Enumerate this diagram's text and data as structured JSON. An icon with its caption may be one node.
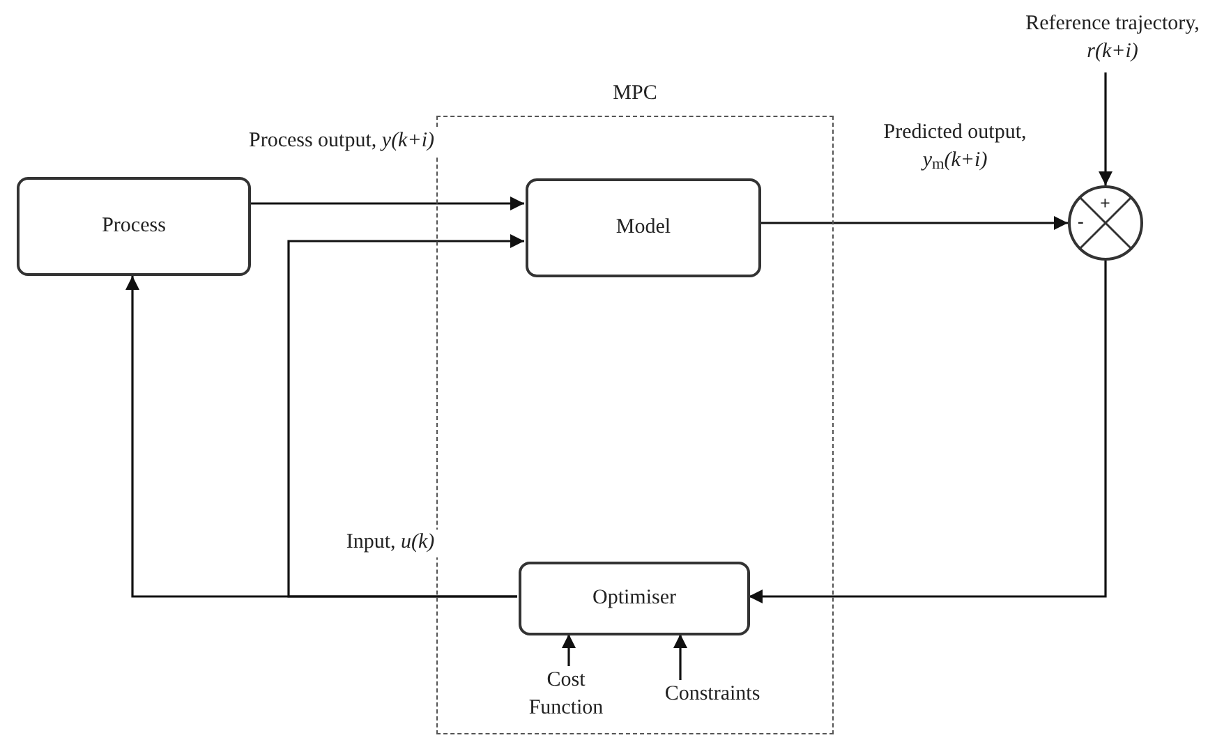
{
  "diagram": {
    "nodes": [
      {
        "text": [
          "MPC"
        ]
      },
      {
        "text": [
          "Process"
        ]
      },
      {
        "text": [
          "Model"
        ],
        "in": 0
      },
      {
        "text": [
          "+",
          "-"
        ]
      },
      {
        "text": [
          "Reference trajectory, *r(k+i)*"
        ]
      },
      {
        "text": [
          "Optimiser"
        ],
        "in": 0
      },
      {
        "text": [
          "Cost Function"
        ],
        "in": 0
      },
      {
        "text": [
          "Constraints"
        ],
        "in": 0
      }
    ],
    "edges": [
      {
        "from": 1,
        "to": 2,
        "arrow": "to",
        "label": "Process output, *y(k+i)*"
      },
      {
        "from": 5,
        "to": 1,
        "arrow": "to",
        "label": "Input, *u(k)*"
      },
      {
        "from": 5,
        "to": 2,
        "arrow": "to"
      },
      {
        "from": 2,
        "to": 3,
        "arrow": "to",
        "label": "Predicted output, *y*$_{m}$*(k+i)*"
      },
      {
        "from": 4,
        "to": 3,
        "arrow": "to"
      },
      {
        "from": 3,
        "to": 5,
        "arrow": "to"
      },
      {
        "from": 6,
        "to": 5,
        "arrow": "to"
      },
      {
        "from": 7,
        "to": 5,
        "arrow": "to"
      }
    ]
  }
}
